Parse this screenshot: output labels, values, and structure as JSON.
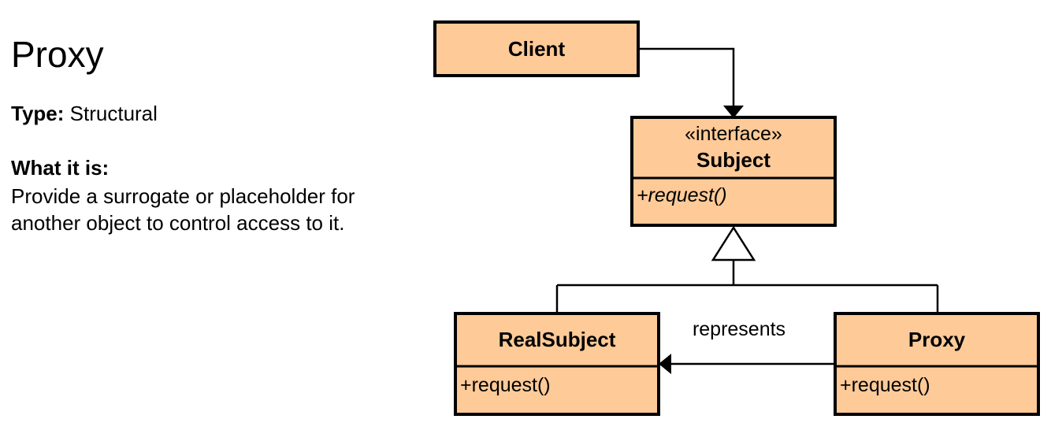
{
  "info": {
    "title": "Proxy",
    "type_label": "Type:",
    "type_value": "Structural",
    "what_heading": "What it is:",
    "what_text": "Provide a surrogate or placeholder for another object to control access to it."
  },
  "diagram": {
    "client": {
      "name": "Client"
    },
    "subject": {
      "stereotype": "«interface»",
      "name": "Subject",
      "operation": "+request()"
    },
    "real_subject": {
      "name": "RealSubject",
      "operation": "+request()"
    },
    "proxy": {
      "name": "Proxy",
      "operation": "+request()"
    },
    "relation_label": "represents"
  },
  "colors": {
    "box_fill": "#fdca98",
    "stroke": "#000000"
  }
}
